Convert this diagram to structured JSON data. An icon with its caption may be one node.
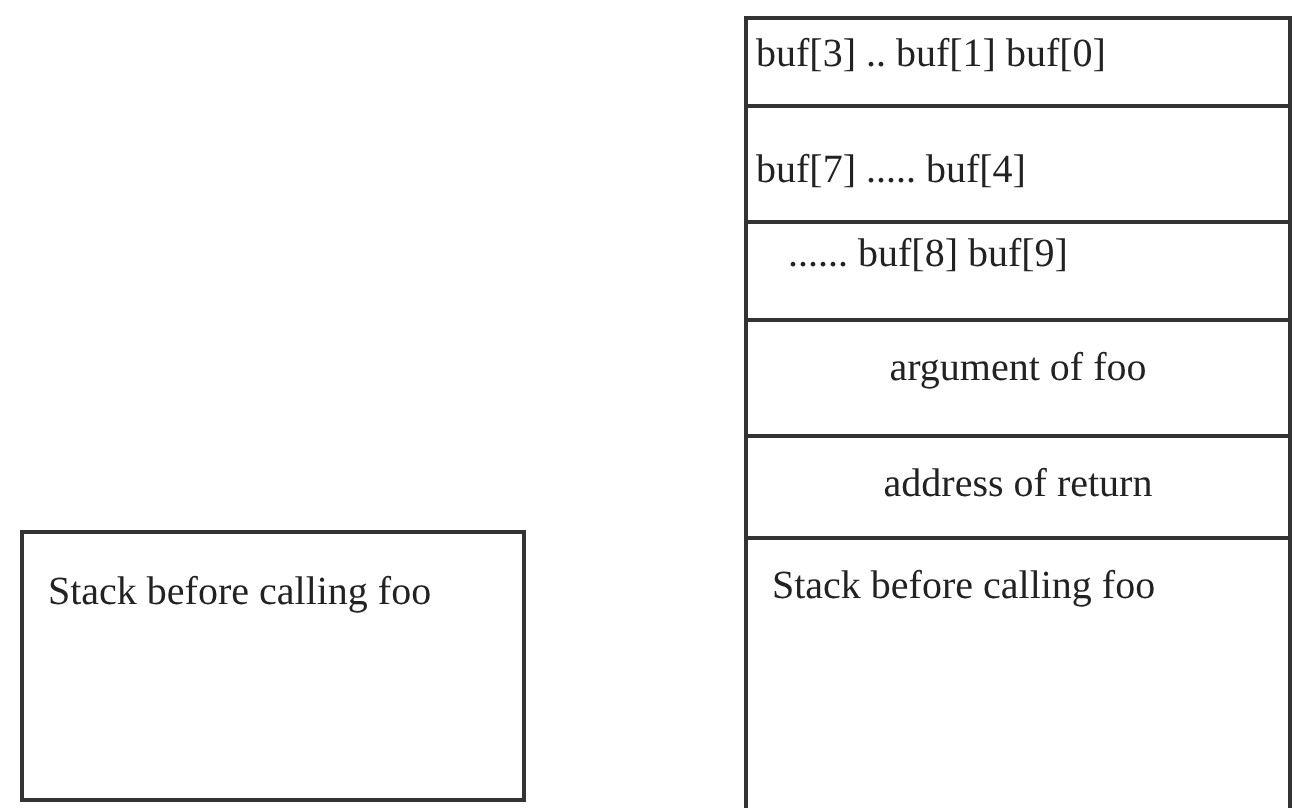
{
  "diagram": {
    "nodes": [
      {
        "text": [
          "Stack before calling foo"
        ]
      },
      {
        "text": [
          "buf[3] .. buf[1] buf[0]"
        ]
      },
      {
        "text": [
          "buf[7] ..... buf[4]"
        ]
      },
      {
        "text": [
          "...... buf[8] buf[9]"
        ]
      },
      {
        "text": [
          "argument of foo"
        ]
      },
      {
        "text": [
          "address of return"
        ]
      },
      {
        "text": [
          "Stack before calling foo"
        ]
      }
    ]
  }
}
